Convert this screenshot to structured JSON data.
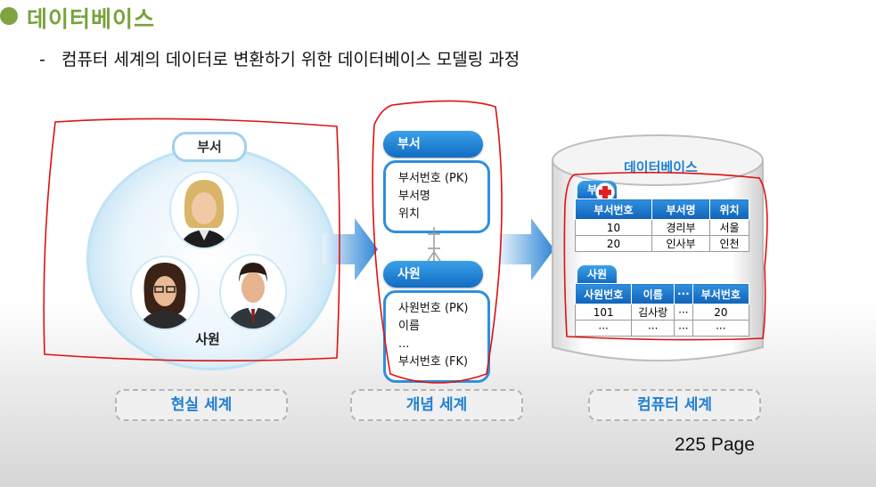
{
  "heading": "데이터베이스",
  "subheading": "-   컴퓨터 세계의 데이터로 변환하기 위한 데이터베이스 모델링 과정",
  "real_world": {
    "dept_label": "부서",
    "employee_label": "사원",
    "caption": "현실 세계"
  },
  "concept_world": {
    "entities": [
      {
        "name": "부서",
        "attributes": [
          "부서번호 (PK)",
          "부서명",
          "위치"
        ]
      },
      {
        "name": "사원",
        "attributes": [
          "사원번호 (PK)",
          "이름",
          "...",
          "부서번호 (FK)"
        ]
      }
    ],
    "caption": "개념 세계"
  },
  "computer_world": {
    "db_title": "데이터베이스",
    "dept_table": {
      "tab": "부서",
      "headers": [
        "부서번호",
        "부서명",
        "위치"
      ],
      "rows": [
        [
          "10",
          "경리부",
          "서울"
        ],
        [
          "20",
          "인사부",
          "인천"
        ]
      ]
    },
    "emp_table": {
      "tab": "사원",
      "headers": [
        "사원번호",
        "이름",
        "···",
        "부서번호"
      ],
      "rows": [
        [
          "101",
          "김사랑",
          "···",
          "20"
        ],
        [
          "···",
          "···",
          "···",
          "···"
        ]
      ]
    },
    "caption": "컴퓨터 세계"
  },
  "page_label": "225 Page",
  "colors": {
    "accent_green": "#77a23d",
    "blue": "#1f7fd3",
    "annotation_red": "#e01010"
  }
}
